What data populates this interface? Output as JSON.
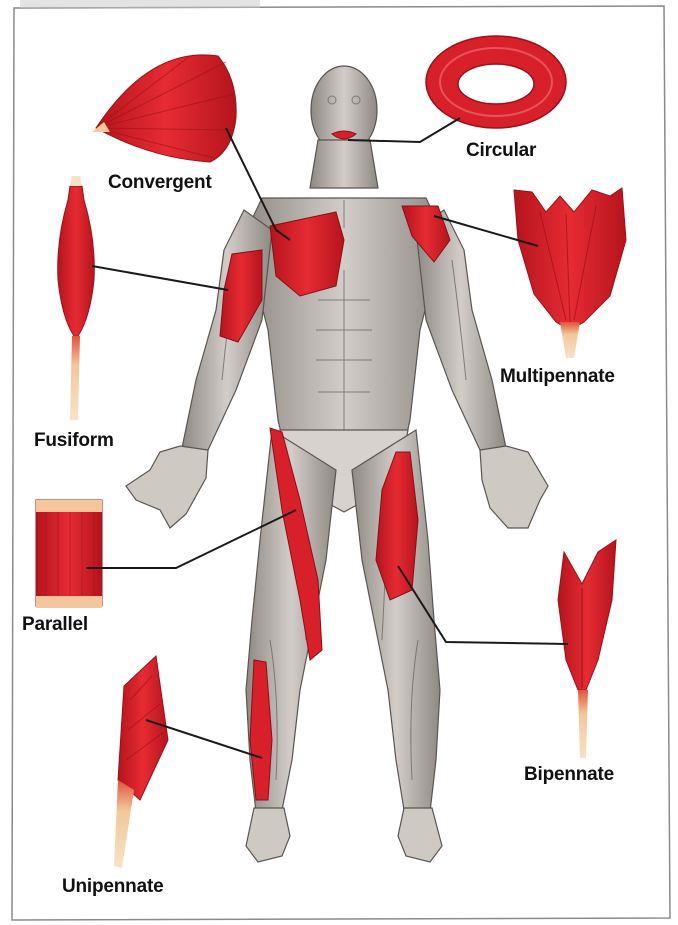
{
  "labels": {
    "convergent": "Convergent",
    "circular": "Circular",
    "fusiform": "Fusiform",
    "multipennate": "Multipennate",
    "parallel": "Parallel",
    "bipennate": "Bipennate",
    "unipennate": "Unipennate"
  },
  "colors": {
    "muscle": "#d8202a",
    "muscle_dark": "#a8141c",
    "tendon": "#f2c79a",
    "body_gray": "#b9b3ae",
    "leader_line": "#1a1a1a",
    "frame": "#8a8a8a"
  }
}
